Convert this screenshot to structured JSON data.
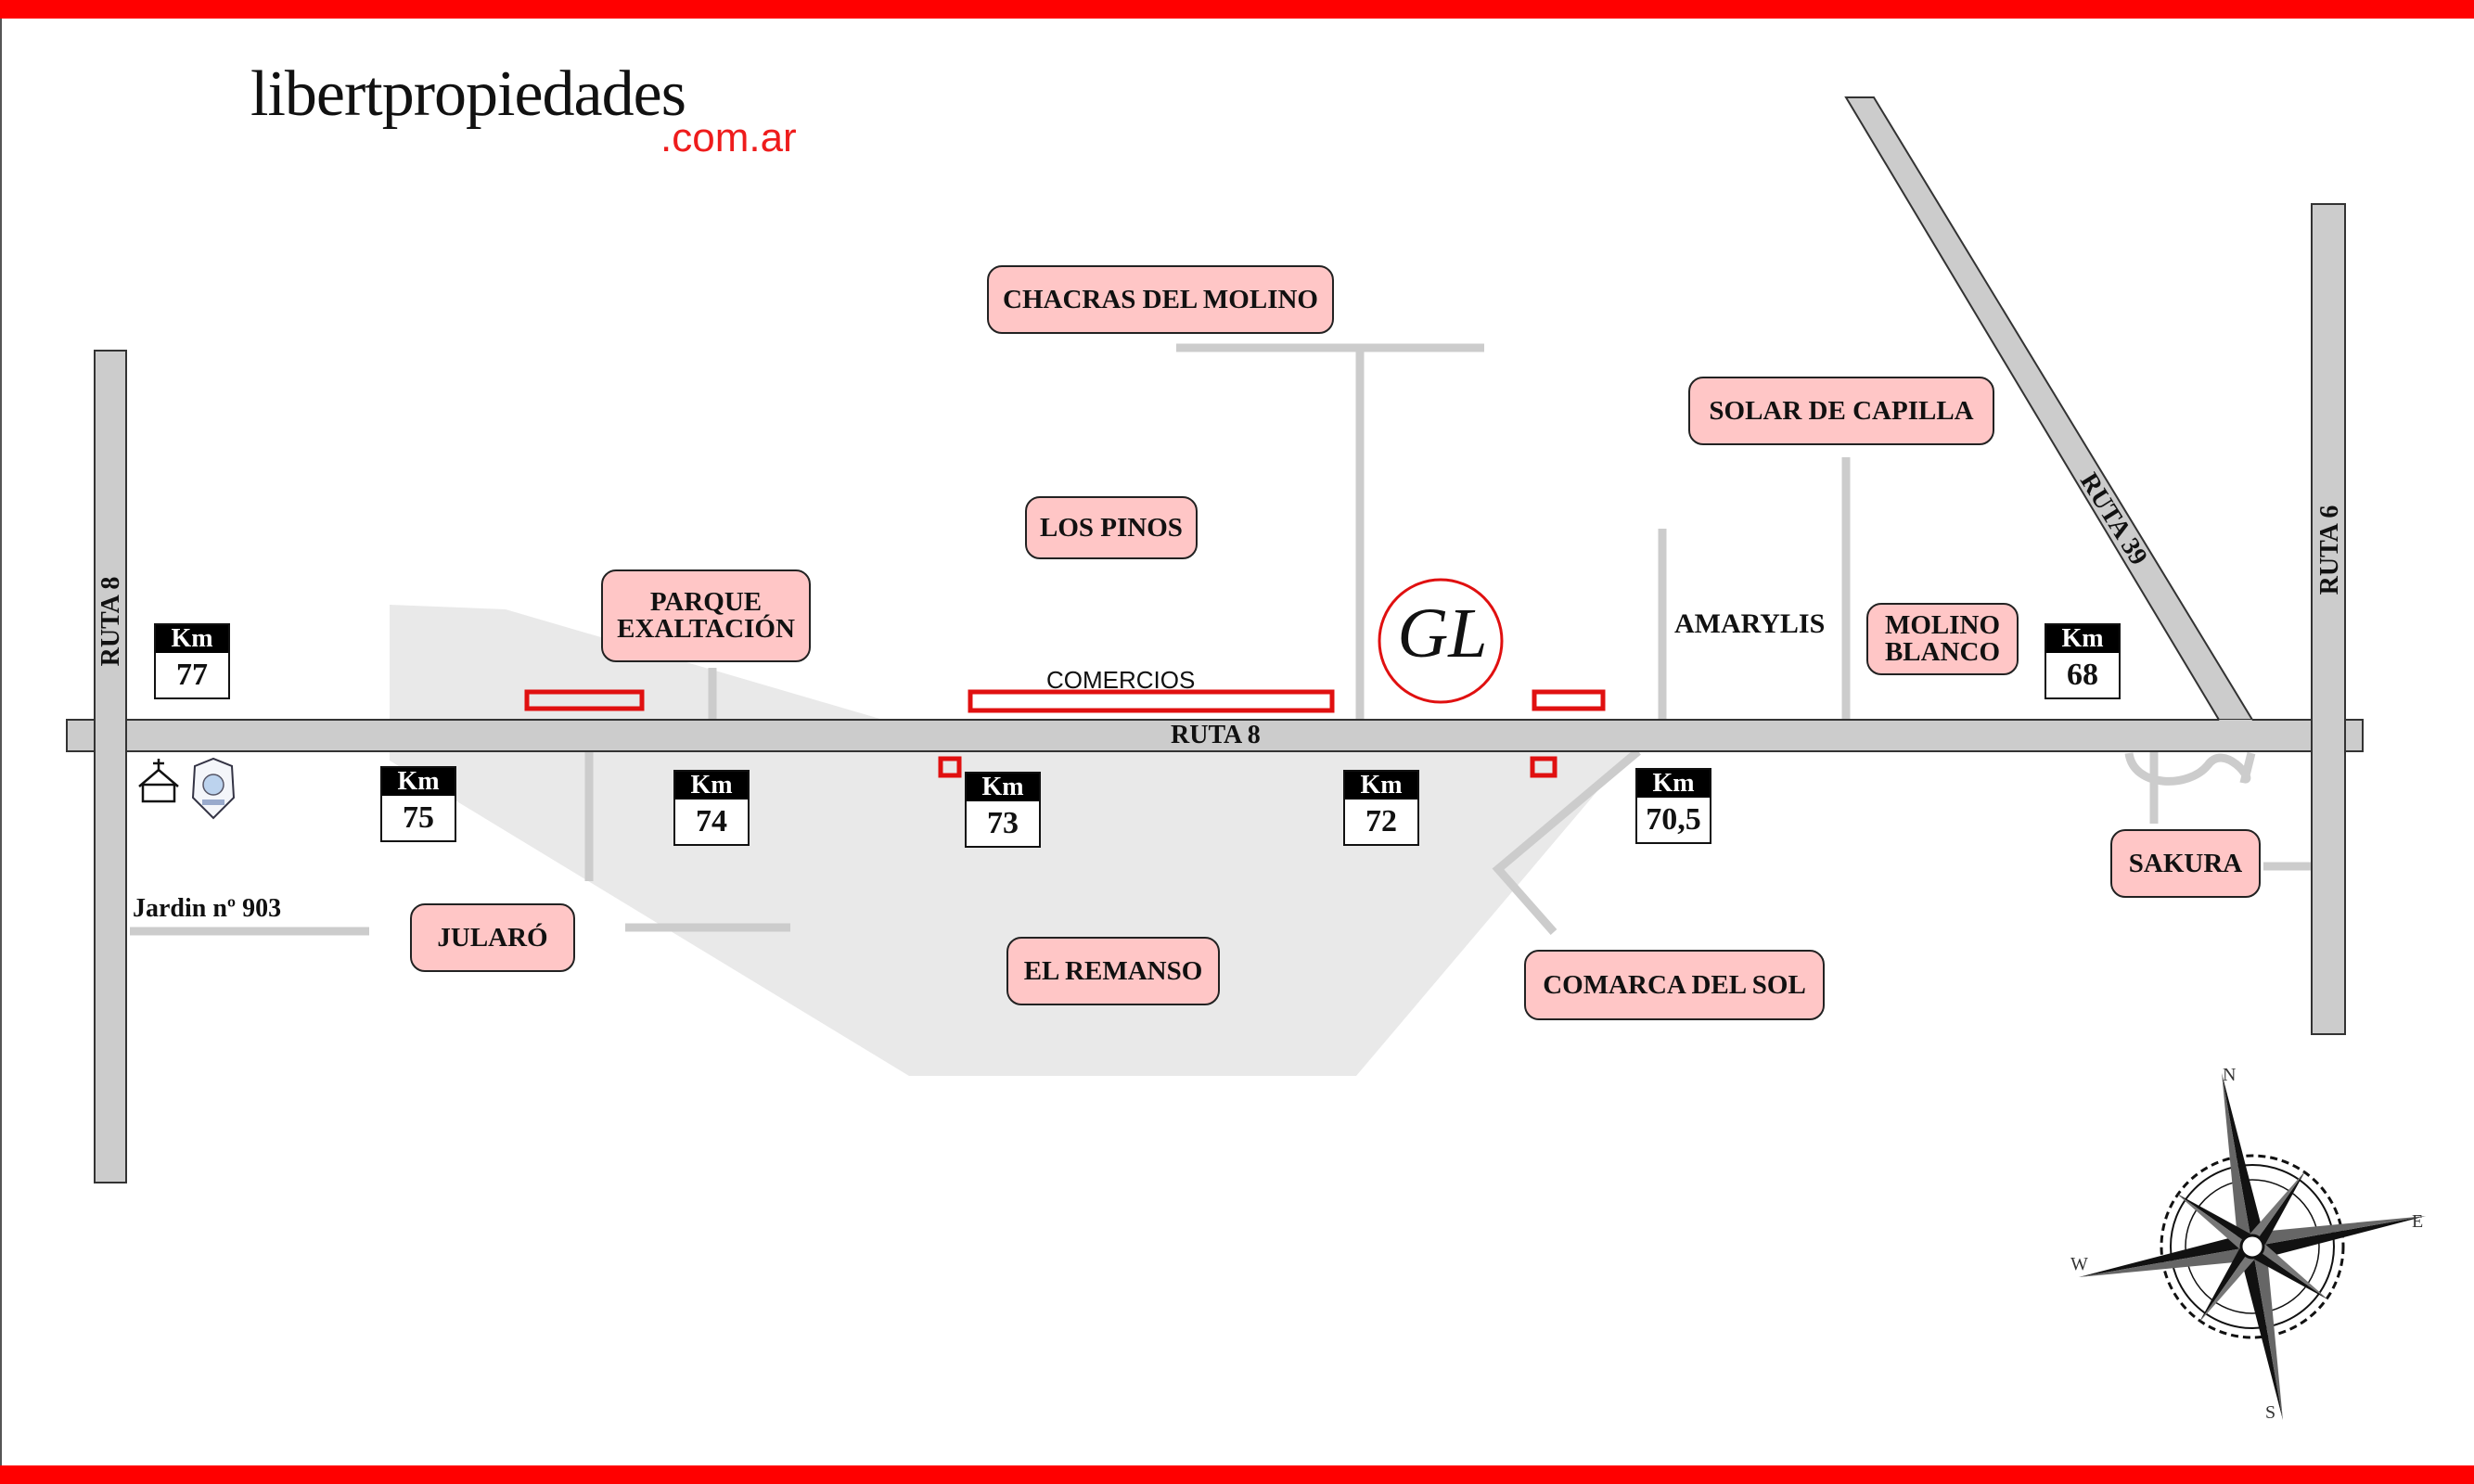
{
  "brand": {
    "name": "libertpropiedades",
    "domain": ".com.ar"
  },
  "colors": {
    "frame": "#ff0000",
    "label_fill": "#ffc6c6",
    "road": "#cccccc",
    "zone": "#e9e9e9",
    "commerce_outline": "#e01010"
  },
  "roads": {
    "main": "RUTA 8",
    "west": "RUTA 8",
    "east": "RUTA 6",
    "diagonal": "RUTA 39"
  },
  "neighborhoods": {
    "chacras": "CHACRAS DEL MOLINO",
    "solar": "SOLAR DE CAPILLA",
    "pinos": "LOS PINOS",
    "parque": "PARQUE EXALTACIÓN",
    "molino": "MOLINO BLANCO",
    "sakura": "SAKURA",
    "jularo": "JULARÓ",
    "remanso": "EL REMANSO",
    "comarca": "COMARCA DEL SOL"
  },
  "places": {
    "amarylis": "AMARYLIS",
    "comercios": "COMERCIOS",
    "jardin": "Jardin nº 903"
  },
  "km_markers": {
    "header": "Km",
    "m77": "77",
    "m75": "75",
    "m74": "74",
    "m73": "73",
    "m72": "72",
    "m705": "70,5",
    "m68": "68"
  },
  "logo": {
    "monogram": "GL"
  },
  "compass": {
    "n": "N",
    "s": "S",
    "e": "E",
    "w": "W"
  },
  "icons": {
    "chapel": "chapel-icon",
    "police": "police-badge-icon",
    "compass": "compass-rose-icon"
  }
}
